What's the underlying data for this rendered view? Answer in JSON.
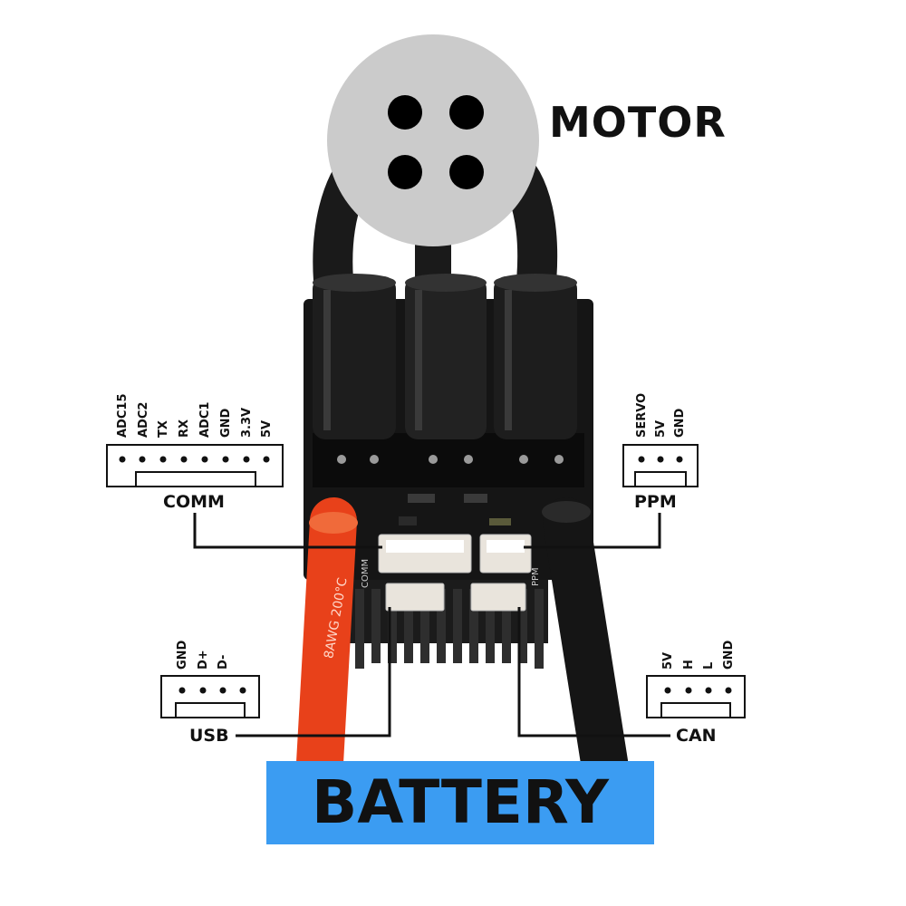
{
  "motor": {
    "label": "MOTOR"
  },
  "battery": {
    "label": "BATTERY",
    "color": "#3b9cf2"
  },
  "connectors": {
    "comm": {
      "label": "COMM",
      "pins": [
        "ADC15",
        "ADC2",
        "TX",
        "RX",
        "ADC1",
        "GND",
        "3.3V",
        "5V"
      ]
    },
    "ppm": {
      "label": "PPM",
      "pins": [
        "SERVO",
        "5V",
        "GND"
      ]
    },
    "usb": {
      "label": "USB",
      "pins": [
        "GND",
        "D+",
        "D-"
      ]
    },
    "can": {
      "label": "CAN",
      "pins": [
        "5V",
        "H",
        "L",
        "GND"
      ]
    }
  },
  "board_markings": {
    "cable_text": "8AWG 200°C",
    "silk_comm": "COMM",
    "silk_ppm": "PPM"
  }
}
